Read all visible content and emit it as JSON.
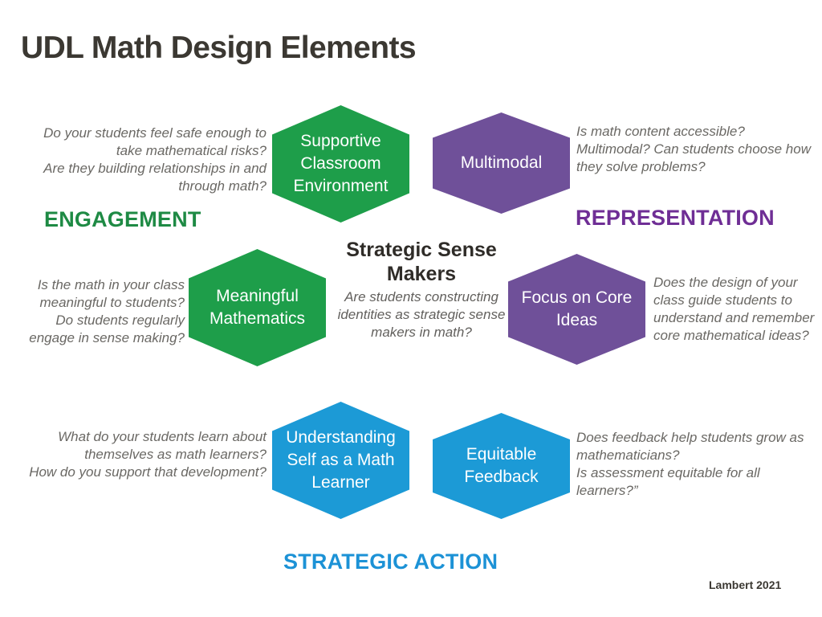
{
  "slide": {
    "title": "UDL Math Design Elements",
    "credit": "Lambert 2021",
    "background_color": "#ffffff"
  },
  "colors": {
    "green": "#1E9E4A",
    "green_label": "#1E8A44",
    "purple": "#6F5099",
    "purple_label": "#6F2E95",
    "blue": "#1C9AD6",
    "blue_label": "#1C92D6",
    "title_text": "#3b3832",
    "question_text": "#6a6864"
  },
  "center": {
    "title": "Strategic\nSense\nMakers",
    "question": "Are students constructing identities as strategic sense makers in math?"
  },
  "hexagons": [
    {
      "id": "supportive",
      "label": "Supportive\nClassroom\nEnvironment",
      "color": "green",
      "category": "ENGAGEMENT"
    },
    {
      "id": "multimodal",
      "label": "Multimodal",
      "color": "purple",
      "category": "REPRESENTATION"
    },
    {
      "id": "meaningful",
      "label": "Meaningful\nMathematics",
      "color": "green",
      "category": "ENGAGEMENT"
    },
    {
      "id": "focus-core-ideas",
      "label": "Focus on\nCore Ideas",
      "color": "purple",
      "category": "REPRESENTATION"
    },
    {
      "id": "understanding-self",
      "label": "Understanding\nSelf as a Math\nLearner",
      "color": "blue",
      "category": "STRATEGIC ACTION"
    },
    {
      "id": "equitable-feedback",
      "label": "Equitable\nFeedback",
      "color": "blue",
      "category": "STRATEGIC ACTION"
    }
  ],
  "questions": {
    "engagement": "Do your students feel safe enough to take mathematical risks?\nAre they building relationships in and through math?",
    "representation": "Is math content accessible? Multimodal? Can students choose how they solve problems?",
    "meaningful": "Is the math in your class meaningful to  students?\nDo  students regularly engage in sense making?",
    "focus_core_ideas": "Does the design of your class  guide students to understand and remember core mathematical  ideas?",
    "understanding_self": "What do your students learn about themselves as math learners?\nHow do you support that development?",
    "equitable_feedback": "Does feedback help students grow as mathematicians?\nIs assessment equitable for all learners?”"
  },
  "categories": {
    "engagement": "ENGAGEMENT",
    "representation": "REPRESENTATION",
    "strategic_action": "STRATEGIC ACTION"
  }
}
